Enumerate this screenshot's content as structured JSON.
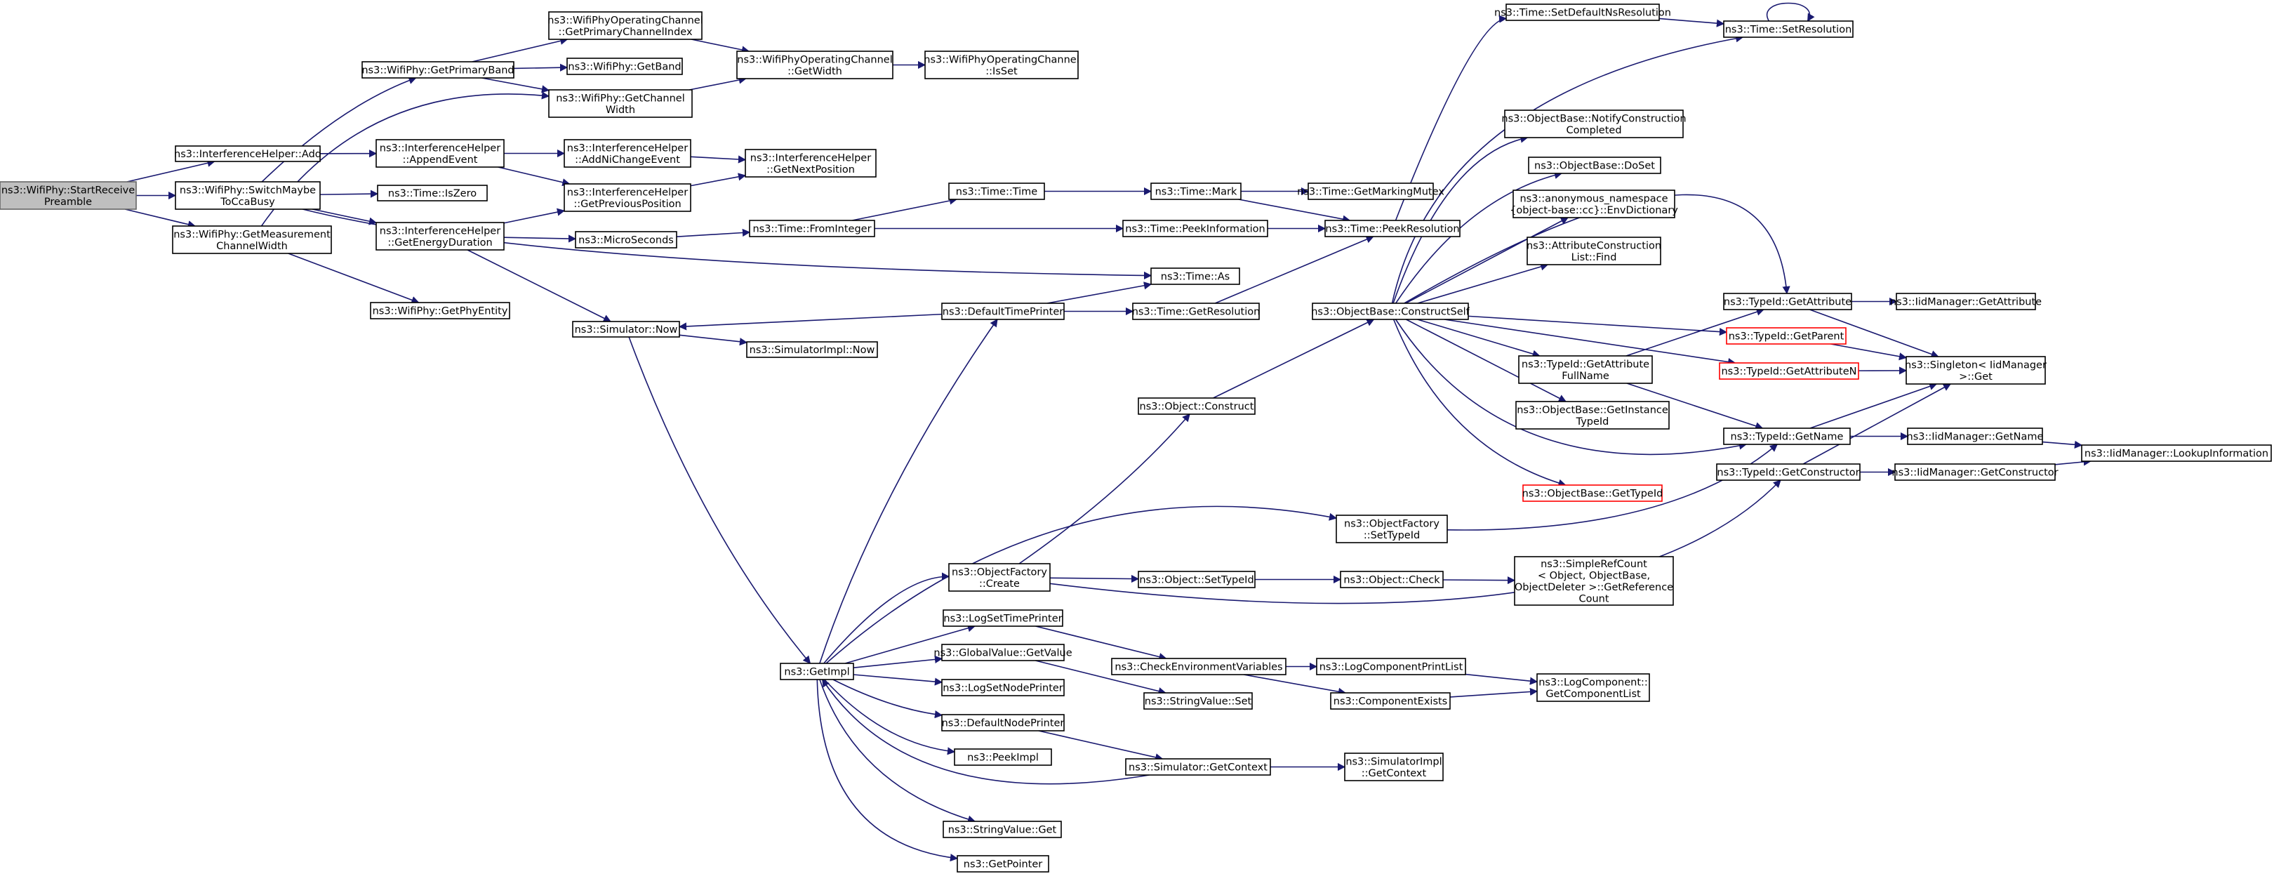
{
  "colors": {
    "edge": "#191970",
    "root_fill": "#bfbfbf",
    "truncated_border": "#ff0000",
    "node_border": "#000000"
  },
  "nodes": [
    {
      "id": "startReceivePreamble",
      "lines": [
        "ns3::WifiPhy::StartReceive",
        "Preamble"
      ],
      "style": "root"
    },
    {
      "id": "interferenceHelperAdd",
      "lines": [
        "ns3::InterferenceHelper::Add"
      ]
    },
    {
      "id": "switchMaybeToCcaBusy",
      "lines": [
        "ns3::WifiPhy::SwitchMaybe",
        "ToCcaBusy"
      ]
    },
    {
      "id": "getMeasurementChannelWidth",
      "lines": [
        "ns3::WifiPhy::GetMeasurement",
        "ChannelWidth"
      ]
    },
    {
      "id": "getPrimaryBand",
      "lines": [
        "ns3::WifiPhy::GetPrimaryBand"
      ]
    },
    {
      "id": "getPrimaryChannelIndex",
      "lines": [
        "ns3::WifiPhyOperatingChannel",
        "::GetPrimaryChannelIndex"
      ]
    },
    {
      "id": "getBand",
      "lines": [
        "ns3::WifiPhy::GetBand"
      ]
    },
    {
      "id": "getChannelWidth",
      "lines": [
        "ns3::WifiPhy::GetChannel",
        "Width"
      ]
    },
    {
      "id": "opChannelGetWidth",
      "lines": [
        "ns3::WifiPhyOperatingChannel",
        "::GetWidth"
      ]
    },
    {
      "id": "opChannelIsSet",
      "lines": [
        "ns3::WifiPhyOperatingChannel",
        "::IsSet"
      ]
    },
    {
      "id": "appendEvent",
      "lines": [
        "ns3::InterferenceHelper",
        "::AppendEvent"
      ]
    },
    {
      "id": "addNiChangeEvent",
      "lines": [
        "ns3::InterferenceHelper",
        "::AddNiChangeEvent"
      ]
    },
    {
      "id": "getNextPosition",
      "lines": [
        "ns3::InterferenceHelper",
        "::GetNextPosition"
      ]
    },
    {
      "id": "getPreviousPosition",
      "lines": [
        "ns3::InterferenceHelper",
        "::GetPreviousPosition"
      ]
    },
    {
      "id": "timeIsZero",
      "lines": [
        "ns3::Time::IsZero"
      ]
    },
    {
      "id": "getEnergyDuration",
      "lines": [
        "ns3::InterferenceHelper",
        "::GetEnergyDuration"
      ]
    },
    {
      "id": "microSeconds",
      "lines": [
        "ns3::MicroSeconds"
      ]
    },
    {
      "id": "getPhyEntity",
      "lines": [
        "ns3::WifiPhy::GetPhyEntity"
      ]
    },
    {
      "id": "simulatorNow",
      "lines": [
        "ns3::Simulator::Now"
      ]
    },
    {
      "id": "simulatorImplNow",
      "lines": [
        "ns3::SimulatorImpl::Now"
      ]
    },
    {
      "id": "timeTime",
      "lines": [
        "ns3::Time::Time"
      ]
    },
    {
      "id": "fromInteger",
      "lines": [
        "ns3::Time::FromInteger"
      ]
    },
    {
      "id": "timeMark",
      "lines": [
        "ns3::Time::Mark"
      ]
    },
    {
      "id": "getMarkingMutex",
      "lines": [
        "ns3::Time::GetMarkingMutex"
      ]
    },
    {
      "id": "peekInformation",
      "lines": [
        "ns3::Time::PeekInformation"
      ]
    },
    {
      "id": "peekResolution",
      "lines": [
        "ns3::Time::PeekResolution"
      ]
    },
    {
      "id": "timeAs",
      "lines": [
        "ns3::Time::As"
      ]
    },
    {
      "id": "defaultTimePrinter",
      "lines": [
        "ns3::DefaultTimePrinter"
      ]
    },
    {
      "id": "getResolution",
      "lines": [
        "ns3::Time::GetResolution"
      ]
    },
    {
      "id": "setDefaultNsResolution",
      "lines": [
        "ns3::Time::SetDefaultNsResolution"
      ]
    },
    {
      "id": "setResolution",
      "lines": [
        "ns3::Time::SetResolution"
      ]
    },
    {
      "id": "notifyConstructionCompleted",
      "lines": [
        "ns3::ObjectBase::NotifyConstruction",
        "Completed"
      ]
    },
    {
      "id": "doSet",
      "lines": [
        "ns3::ObjectBase::DoSet"
      ]
    },
    {
      "id": "envDictionary",
      "lines": [
        "ns3::anonymous_namespace",
        "{object-base::cc}::EnvDictionary"
      ]
    },
    {
      "id": "attributeConstructionListFind",
      "lines": [
        "ns3::AttributeConstruction",
        "List::Find"
      ]
    },
    {
      "id": "constructSelf",
      "lines": [
        "ns3::ObjectBase::ConstructSelf"
      ]
    },
    {
      "id": "typeIdGetAttribute",
      "lines": [
        "ns3::TypeId::GetAttribute"
      ]
    },
    {
      "id": "iidManagerGetAttribute",
      "lines": [
        "ns3::IidManager::GetAttribute"
      ]
    },
    {
      "id": "typeIdGetParent",
      "lines": [
        "ns3::TypeId::GetParent"
      ],
      "style": "truncated"
    },
    {
      "id": "typeIdGetAttributeN",
      "lines": [
        "ns3::TypeId::GetAttributeN"
      ],
      "style": "truncated"
    },
    {
      "id": "singletonGet",
      "lines": [
        "ns3::Singleton< IidManager",
        ">::Get"
      ]
    },
    {
      "id": "getAttributeFullName",
      "lines": [
        "ns3::TypeId::GetAttribute",
        "FullName"
      ]
    },
    {
      "id": "getInstanceTypeId",
      "lines": [
        "ns3::ObjectBase::GetInstance",
        "TypeId"
      ]
    },
    {
      "id": "typeIdGetName",
      "lines": [
        "ns3::TypeId::GetName"
      ]
    },
    {
      "id": "iidManagerGetName",
      "lines": [
        "ns3::IidManager::GetName"
      ]
    },
    {
      "id": "lookupInformation",
      "lines": [
        "ns3::IidManager::LookupInformation"
      ]
    },
    {
      "id": "typeIdGetConstructor",
      "lines": [
        "ns3::TypeId::GetConstructor"
      ]
    },
    {
      "id": "iidManagerGetConstructor",
      "lines": [
        "ns3::IidManager::GetConstructor"
      ]
    },
    {
      "id": "objectBaseGetTypeId",
      "lines": [
        "ns3::ObjectBase::GetTypeId"
      ],
      "style": "truncated"
    },
    {
      "id": "objectConstruct",
      "lines": [
        "ns3::Object::Construct"
      ]
    },
    {
      "id": "objectFactorySetTypeId",
      "lines": [
        "ns3::ObjectFactory",
        "::SetTypeId"
      ]
    },
    {
      "id": "objectFactoryCreate",
      "lines": [
        "ns3::ObjectFactory",
        "::Create"
      ]
    },
    {
      "id": "objectSetTypeId",
      "lines": [
        "ns3::Object::SetTypeId"
      ]
    },
    {
      "id": "objectCheck",
      "lines": [
        "ns3::Object::Check"
      ]
    },
    {
      "id": "getReferenceCount",
      "lines": [
        "ns3::SimpleRefCount",
        "< Object, ObjectBase,",
        "ObjectDeleter >::GetReference",
        "Count"
      ]
    },
    {
      "id": "logSetTimePrinter",
      "lines": [
        "ns3::LogSetTimePrinter"
      ]
    },
    {
      "id": "globalValueGetValue",
      "lines": [
        "ns3::GlobalValue::GetValue"
      ]
    },
    {
      "id": "checkEnvironmentVariables",
      "lines": [
        "ns3::CheckEnvironmentVariables"
      ]
    },
    {
      "id": "logComponentPrintList",
      "lines": [
        "ns3::LogComponentPrintList"
      ]
    },
    {
      "id": "getComponentList",
      "lines": [
        "ns3::LogComponent::",
        "GetComponentList"
      ]
    },
    {
      "id": "getImpl",
      "lines": [
        "ns3::GetImpl"
      ]
    },
    {
      "id": "logSetNodePrinter",
      "lines": [
        "ns3::LogSetNodePrinter"
      ]
    },
    {
      "id": "stringValueSet",
      "lines": [
        "ns3::StringValue::Set"
      ]
    },
    {
      "id": "componentExists",
      "lines": [
        "ns3::ComponentExists"
      ]
    },
    {
      "id": "defaultNodePrinter",
      "lines": [
        "ns3::DefaultNodePrinter"
      ]
    },
    {
      "id": "peekImpl",
      "lines": [
        "ns3::PeekImpl"
      ]
    },
    {
      "id": "simulatorGetContext",
      "lines": [
        "ns3::Simulator::GetContext"
      ]
    },
    {
      "id": "simulatorImplGetContext",
      "lines": [
        "ns3::SimulatorImpl",
        "::GetContext"
      ]
    },
    {
      "id": "stringValueGet",
      "lines": [
        "ns3::StringValue::Get"
      ]
    },
    {
      "id": "getPointer",
      "lines": [
        "ns3::GetPointer"
      ]
    }
  ],
  "edges": [
    [
      "startReceivePreamble",
      "interferenceHelperAdd"
    ],
    [
      "startReceivePreamble",
      "switchMaybeToCcaBusy"
    ],
    [
      "startReceivePreamble",
      "getMeasurementChannelWidth"
    ],
    [
      "interferenceHelperAdd",
      "appendEvent"
    ],
    [
      "switchMaybeToCcaBusy",
      "getPrimaryBand"
    ],
    [
      "switchMaybeToCcaBusy",
      "timeIsZero"
    ],
    [
      "switchMaybeToCcaBusy",
      "getEnergyDuration"
    ],
    [
      "switchMaybeToCcaBusy",
      "timeAs"
    ],
    [
      "getMeasurementChannelWidth",
      "getChannelWidth"
    ],
    [
      "getMeasurementChannelWidth",
      "getPhyEntity"
    ],
    [
      "getPrimaryBand",
      "getPrimaryChannelIndex"
    ],
    [
      "getPrimaryBand",
      "getBand"
    ],
    [
      "getPrimaryBand",
      "getChannelWidth"
    ],
    [
      "getPrimaryChannelIndex",
      "opChannelGetWidth"
    ],
    [
      "getChannelWidth",
      "opChannelGetWidth"
    ],
    [
      "opChannelGetWidth",
      "opChannelIsSet"
    ],
    [
      "appendEvent",
      "addNiChangeEvent"
    ],
    [
      "appendEvent",
      "getPreviousPosition"
    ],
    [
      "addNiChangeEvent",
      "getNextPosition"
    ],
    [
      "getPreviousPosition",
      "getNextPosition"
    ],
    [
      "getEnergyDuration",
      "getPreviousPosition"
    ],
    [
      "getEnergyDuration",
      "microSeconds"
    ],
    [
      "getEnergyDuration",
      "simulatorNow"
    ],
    [
      "microSeconds",
      "fromInteger"
    ],
    [
      "simulatorNow",
      "simulatorImplNow"
    ],
    [
      "simulatorNow",
      "getImpl"
    ],
    [
      "fromInteger",
      "timeTime"
    ],
    [
      "fromInteger",
      "peekInformation"
    ],
    [
      "timeTime",
      "timeMark"
    ],
    [
      "timeMark",
      "getMarkingMutex"
    ],
    [
      "timeMark",
      "peekResolution"
    ],
    [
      "peekInformation",
      "peekResolution"
    ],
    [
      "peekResolution",
      "setDefaultNsResolution"
    ],
    [
      "defaultTimePrinter",
      "simulatorNow"
    ],
    [
      "defaultTimePrinter",
      "timeAs"
    ],
    [
      "defaultTimePrinter",
      "getResolution"
    ],
    [
      "getResolution",
      "peekResolution"
    ],
    [
      "setDefaultNsResolution",
      "setResolution"
    ],
    [
      "setResolution",
      "setResolution"
    ],
    [
      "constructSelf",
      "setResolution"
    ],
    [
      "constructSelf",
      "notifyConstructionCompleted"
    ],
    [
      "constructSelf",
      "doSet"
    ],
    [
      "constructSelf",
      "envDictionary"
    ],
    [
      "constructSelf",
      "attributeConstructionListFind"
    ],
    [
      "constructSelf",
      "typeIdGetAttribute"
    ],
    [
      "constructSelf",
      "typeIdGetParent"
    ],
    [
      "constructSelf",
      "typeIdGetAttributeN"
    ],
    [
      "constructSelf",
      "getAttributeFullName"
    ],
    [
      "constructSelf",
      "getInstanceTypeId"
    ],
    [
      "constructSelf",
      "typeIdGetName"
    ],
    [
      "constructSelf",
      "objectBaseGetTypeId"
    ],
    [
      "typeIdGetAttribute",
      "iidManagerGetAttribute"
    ],
    [
      "typeIdGetAttribute",
      "singletonGet"
    ],
    [
      "typeIdGetParent",
      "singletonGet"
    ],
    [
      "typeIdGetAttributeN",
      "singletonGet"
    ],
    [
      "getAttributeFullName",
      "typeIdGetAttribute"
    ],
    [
      "getAttributeFullName",
      "typeIdGetName"
    ],
    [
      "typeIdGetName",
      "singletonGet"
    ],
    [
      "typeIdGetName",
      "iidManagerGetName"
    ],
    [
      "typeIdGetConstructor",
      "singletonGet"
    ],
    [
      "typeIdGetConstructor",
      "iidManagerGetConstructor"
    ],
    [
      "iidManagerGetName",
      "lookupInformation"
    ],
    [
      "iidManagerGetConstructor",
      "lookupInformation"
    ],
    [
      "objectConstruct",
      "constructSelf"
    ],
    [
      "objectFactoryCreate",
      "objectConstruct"
    ],
    [
      "objectFactoryCreate",
      "objectSetTypeId"
    ],
    [
      "objectFactoryCreate",
      "typeIdGetConstructor"
    ],
    [
      "objectFactorySetTypeId",
      "typeIdGetName"
    ],
    [
      "objectSetTypeId",
      "objectCheck"
    ],
    [
      "objectCheck",
      "getReferenceCount"
    ],
    [
      "getImpl",
      "defaultTimePrinter"
    ],
    [
      "getImpl",
      "objectFactorySetTypeId"
    ],
    [
      "getImpl",
      "objectFactoryCreate"
    ],
    [
      "getImpl",
      "logSetTimePrinter"
    ],
    [
      "getImpl",
      "globalValueGetValue"
    ],
    [
      "getImpl",
      "logSetNodePrinter"
    ],
    [
      "getImpl",
      "defaultNodePrinter"
    ],
    [
      "getImpl",
      "peekImpl"
    ],
    [
      "getImpl",
      "stringValueGet"
    ],
    [
      "getImpl",
      "getPointer"
    ],
    [
      "logSetTimePrinter",
      "checkEnvironmentVariables"
    ],
    [
      "globalValueGetValue",
      "stringValueSet"
    ],
    [
      "checkEnvironmentVariables",
      "logComponentPrintList"
    ],
    [
      "checkEnvironmentVariables",
      "componentExists"
    ],
    [
      "logComponentPrintList",
      "getComponentList"
    ],
    [
      "componentExists",
      "getComponentList"
    ],
    [
      "defaultNodePrinter",
      "simulatorGetContext"
    ],
    [
      "simulatorGetContext",
      "getImpl"
    ],
    [
      "simulatorGetContext",
      "simulatorImplGetContext"
    ]
  ]
}
